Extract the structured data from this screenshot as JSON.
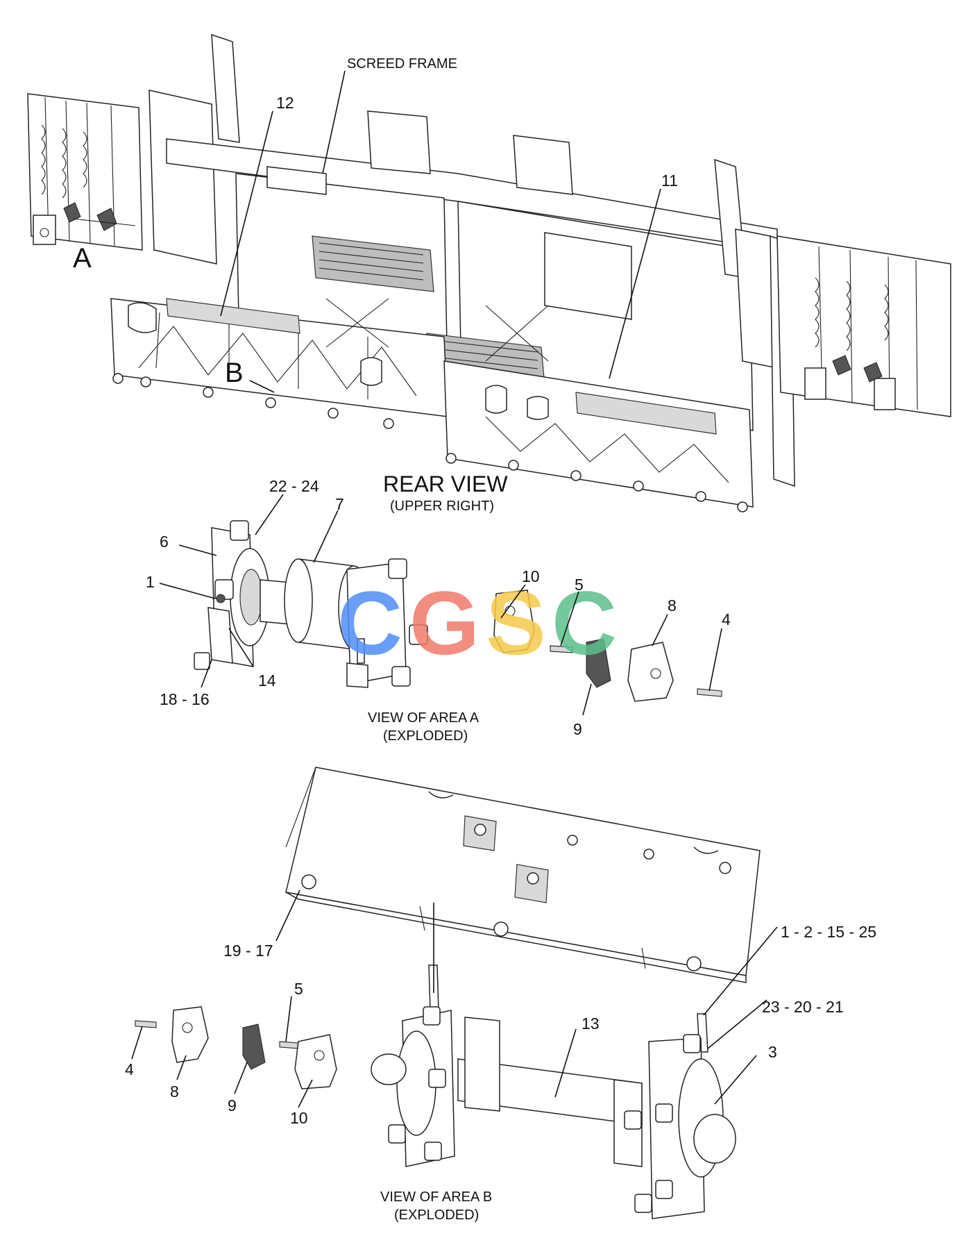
{
  "diagram": {
    "texts": {
      "screed_frame": "SCREED FRAME",
      "rear_view": "REAR VIEW",
      "rear_view_sub": "(UPPER RIGHT)",
      "view_a": "VIEW OF AREA A",
      "view_a_sub": "(EXPLODED)",
      "view_b": "VIEW OF AREA B",
      "view_b_sub": "(EXPLODED)",
      "area_a": "A",
      "area_b": "B"
    },
    "callouts": {
      "c12": "12",
      "c11": "11",
      "c22_24": "22 - 24",
      "c7": "7",
      "c6": "6",
      "c1": "1",
      "c14": "14",
      "c18_16": "18 - 16",
      "c10a": "10",
      "c5a": "5",
      "c8a": "8",
      "c4a": "4",
      "c9a": "9",
      "c19_17": "19 - 17",
      "c1_2_15_25": "1 - 2 - 15 - 25",
      "c23_20_21": "23 - 20 - 21",
      "c3": "3",
      "c13": "13",
      "c5b": "5",
      "c4b": "4",
      "c8b": "8",
      "c9b": "9",
      "c10b": "10"
    },
    "watermark": {
      "letters": [
        "C",
        "G",
        "S",
        "C"
      ],
      "colors": [
        "#4f8ef7",
        "#f07a6a",
        "#f7c94a",
        "#5cc08a"
      ]
    }
  }
}
